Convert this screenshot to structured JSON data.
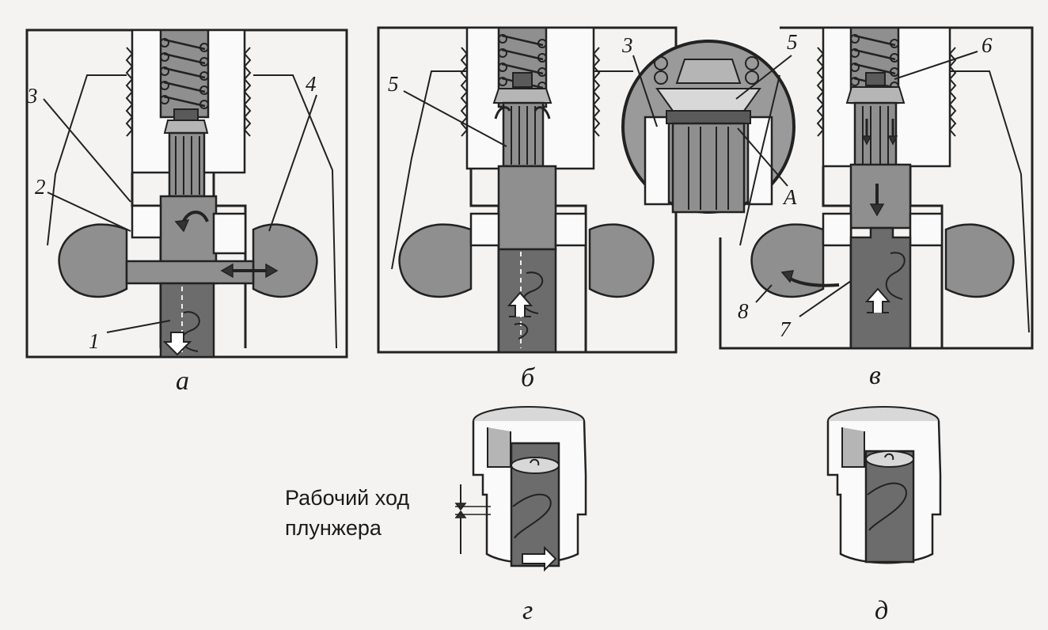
{
  "panels": {
    "a": {
      "caption": "а",
      "callouts": [
        "1",
        "2",
        "3",
        "4"
      ]
    },
    "b": {
      "caption": "б",
      "callouts": [
        "5"
      ]
    },
    "detail": {
      "callouts": [
        "3",
        "5",
        "A"
      ]
    },
    "v": {
      "caption": "в",
      "callouts": [
        "6",
        "7",
        "8"
      ]
    },
    "g": {
      "caption": "г",
      "stroke_label_line1": "Рабочий ход",
      "stroke_label_line2": "плунжера"
    },
    "d": {
      "caption": "д"
    }
  },
  "colors": {
    "fuel": "#8f8f8f",
    "metal": "#fafafa",
    "plunger": "#6c6c6c",
    "ink": "#222222"
  },
  "icons": [
    "spring-icon",
    "flow-arrow-icon",
    "delivery-valve-icon",
    "plunger-helix-icon"
  ]
}
